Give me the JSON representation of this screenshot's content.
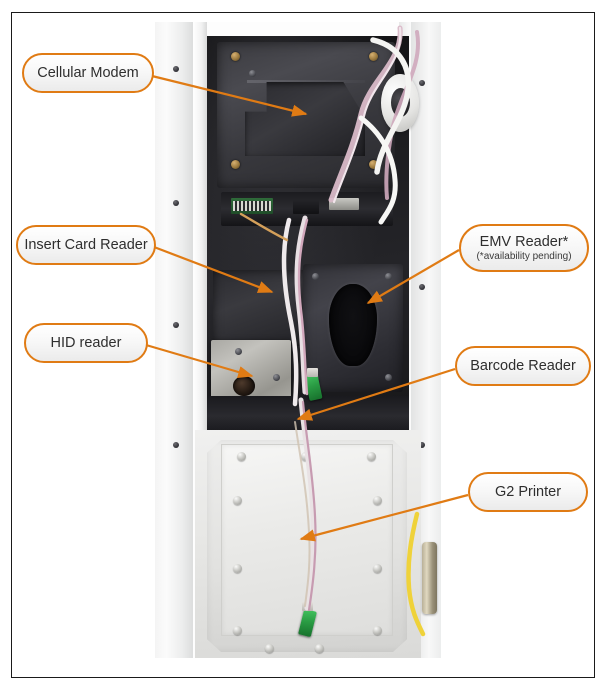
{
  "figure": {
    "kind": "annotated-photograph",
    "subject": "kiosk interior with peripheral devices",
    "accent_color": "#E07B14",
    "frame_color": "#1a1a1a",
    "background_color": "#ffffff"
  },
  "callouts": [
    {
      "id": "cellular-modem",
      "label": "Cellular Modem",
      "note": "",
      "side": "left",
      "target": "top dark moulded bracket"
    },
    {
      "id": "insert-card-reader",
      "label": "Insert Card Reader",
      "note": "",
      "side": "left",
      "target": "mid dark reader block"
    },
    {
      "id": "hid-reader",
      "label": "HID reader",
      "note": "",
      "side": "left",
      "target": "metal plate with circular hole"
    },
    {
      "id": "emv-reader",
      "label": "EMV Reader*",
      "note": "(*availability pending)",
      "side": "right",
      "target": "dark bezel with oval slot"
    },
    {
      "id": "barcode-reader",
      "label": "Barcode Reader",
      "note": "",
      "side": "right",
      "target": "green connector on lower shelf"
    },
    {
      "id": "g2-printer",
      "label": "G2 Printer",
      "note": "",
      "side": "right",
      "target": "light gray bottom panel"
    }
  ],
  "photo_parts": {
    "cellular_modem": "Cellular Modem",
    "insert_card_reader": "Insert Card Reader",
    "hid_reader": "HID reader",
    "emv_reader": "EMV Reader",
    "barcode_reader": "Barcode Reader",
    "g2_printer": "G2 Printer"
  }
}
